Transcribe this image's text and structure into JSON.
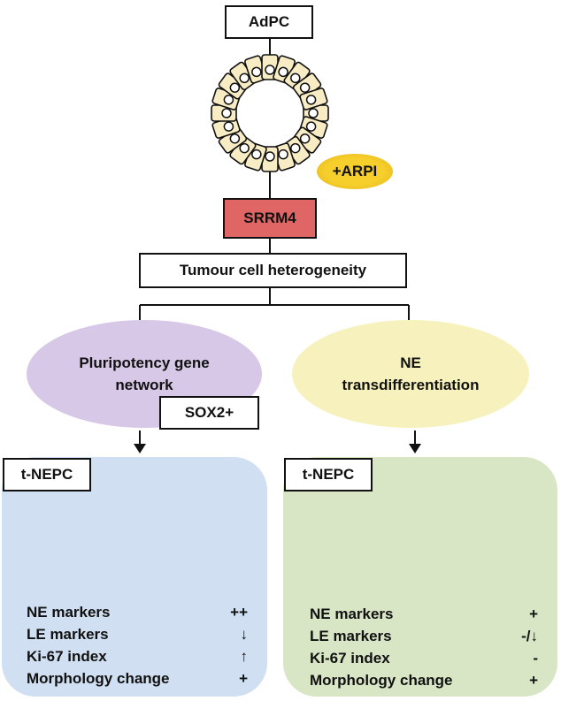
{
  "top_label": "AdPC",
  "treatment_label": "+ARPI",
  "gene_label": "SRRM4",
  "heterogeneity_label": "Tumour cell heterogeneity",
  "left_branch": {
    "oval_text_line1": "Pluripotency gene",
    "oval_text_line2": "network",
    "marker_box": "SOX2+",
    "panel_title": "t-NEPC",
    "rows": [
      {
        "label": "NE markers",
        "value": "++"
      },
      {
        "label": "LE markers",
        "value": "↓"
      },
      {
        "label": "Ki-67 index",
        "value": "↑"
      },
      {
        "label": "Morphology change",
        "value": "+"
      }
    ]
  },
  "right_branch": {
    "oval_text_line1": "NE",
    "oval_text_line2": "transdifferentiation",
    "panel_title": "t-NEPC",
    "rows": [
      {
        "label": "NE markers",
        "value": "+"
      },
      {
        "label": "LE markers",
        "value": "-/↓"
      },
      {
        "label": "Ki-67 index",
        "value": "-"
      },
      {
        "label": "Morphology change",
        "value": "+"
      }
    ]
  },
  "colors": {
    "acinus_cell": "#f7ecc3",
    "arpi_oval": "#f2c21f",
    "srrm4_box": "#e06666",
    "left_oval": "#d7c8e8",
    "right_oval": "#f7f2bd",
    "left_panel": "#d0dff1",
    "right_panel": "#d8e6c5",
    "left_cells": "#4648a6",
    "right_cells_green": "#3b6e24",
    "right_cells_blue": "#4a4fb3"
  }
}
